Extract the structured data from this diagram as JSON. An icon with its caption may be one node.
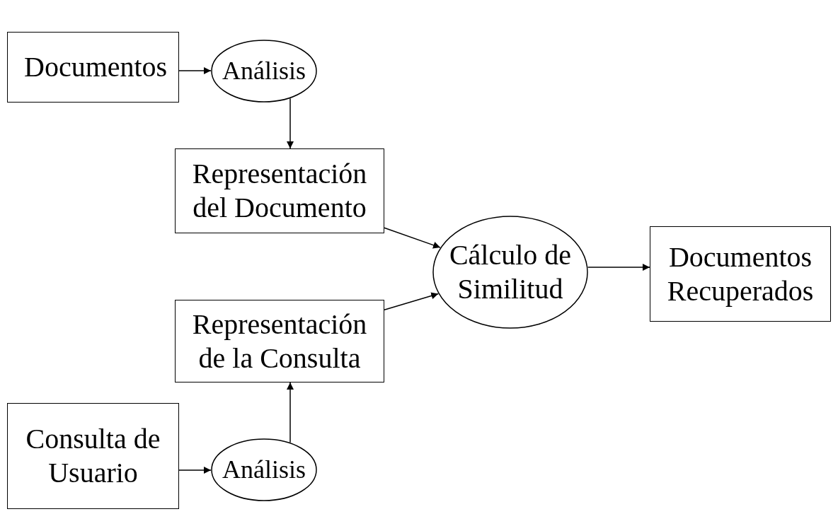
{
  "diagram": {
    "nodes": [
      {
        "text": [
          "Documentos"
        ]
      },
      {
        "text": [
          "Análisis"
        ]
      },
      {
        "text": [
          "Representación del Documento"
        ]
      },
      {
        "text": [
          "Cálculo de Similitud"
        ]
      },
      {
        "text": [
          "Documentos Recuperados"
        ]
      },
      {
        "text": [
          "Representación de la Consulta"
        ]
      },
      {
        "text": [
          "Consulta de Usuario"
        ]
      },
      {
        "text": [
          "Análisis"
        ]
      }
    ],
    "edges": [
      {
        "from": 0,
        "to": 1,
        "arrow": "to"
      },
      {
        "from": 1,
        "to": 2,
        "arrow": "to"
      },
      {
        "from": 2,
        "to": 3,
        "arrow": "to"
      },
      {
        "from": 5,
        "to": 3,
        "arrow": "to"
      },
      {
        "from": 3,
        "to": 4,
        "arrow": "to"
      },
      {
        "from": 6,
        "to": 7,
        "arrow": "to"
      },
      {
        "from": 7,
        "to": 5,
        "arrow": "to"
      }
    ]
  }
}
